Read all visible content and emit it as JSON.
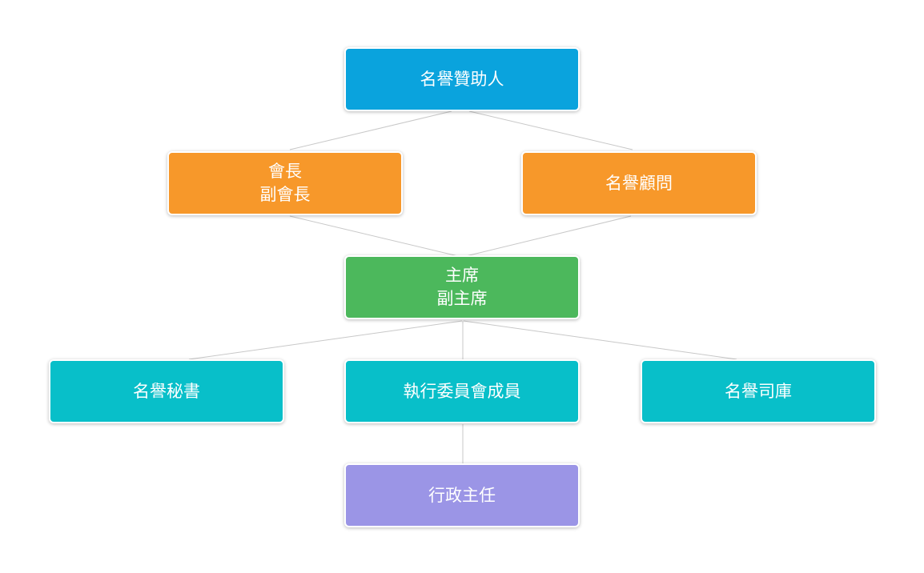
{
  "diagram": {
    "nodes": {
      "patron": {
        "lines": [
          "名譽贊助人"
        ],
        "color": "#0aa3dd"
      },
      "president": {
        "lines": [
          "會長",
          "副會長"
        ],
        "color": "#f7982a"
      },
      "honorary_advisor": {
        "lines": [
          "名譽顧問"
        ],
        "color": "#f7982a"
      },
      "chairman": {
        "lines": [
          "主席",
          "副主席"
        ],
        "color": "#4cb85c"
      },
      "honorary_secretary": {
        "lines": [
          "名譽秘書"
        ],
        "color": "#08bfc9"
      },
      "committee_members": {
        "lines": [
          "執行委員會成員"
        ],
        "color": "#08bfc9"
      },
      "honorary_treasurer": {
        "lines": [
          "名譽司庫"
        ],
        "color": "#08bfc9"
      },
      "executive_director": {
        "lines": [
          "行政主任"
        ],
        "color": "#9b95e6"
      }
    },
    "edges": [
      [
        "patron",
        "president"
      ],
      [
        "patron",
        "honorary_advisor"
      ],
      [
        "president",
        "chairman"
      ],
      [
        "honorary_advisor",
        "chairman"
      ],
      [
        "chairman",
        "honorary_secretary"
      ],
      [
        "chairman",
        "committee_members"
      ],
      [
        "chairman",
        "honorary_treasurer"
      ],
      [
        "committee_members",
        "executive_director"
      ]
    ]
  }
}
